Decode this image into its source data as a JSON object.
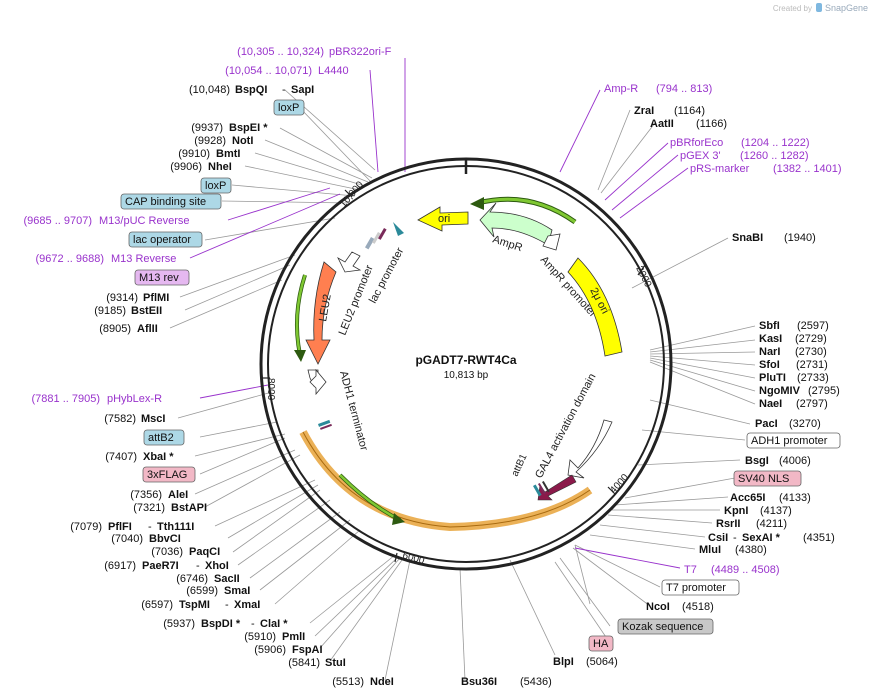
{
  "watermark": "Created by",
  "brand": "SnapGene",
  "plasmid": {
    "name": "pGADT7-RWT4Ca",
    "size": "10,813 bp"
  },
  "scale_ticks": [
    "2000",
    "4000",
    "6000",
    "8000",
    "10,000"
  ],
  "feature_labels": {
    "ori": "ori",
    "ampr": "AmpR",
    "ampr_promoter": "AmpR promoter",
    "two_mu_ori": "2μ ori",
    "gal4": "GAL4 activation domain",
    "attb1": "attB1",
    "adh1_terminator": "ADH1 terminator",
    "leu2": "LEU2",
    "leu2_promoter": "LEU2 promoter",
    "lac_promoter": "lac promoter"
  },
  "colors": {
    "ori": "#ffff00",
    "ampr": "#ccffcc",
    "two_mu_ori": "#ffff00",
    "gal4": "#ffffff",
    "attb": "#8b1a4a",
    "leu2": "#ff7f50",
    "arrow_green": "#7fc832",
    "cds_orange": "#e8a33a",
    "primer": "#9933cc",
    "label_blue": "#add8e6",
    "label_pink": "#f2b8c6",
    "label_gray": "#c8c8c8"
  },
  "sites": [
    {
      "key": "bspqi",
      "l1": "(10,048)",
      "n1": "BspQI",
      "sep": "-",
      "n2": "SapI",
      "color": "black"
    },
    {
      "key": "bspei",
      "l1": "(9937)",
      "n1": "BspEI *",
      "color": "black"
    },
    {
      "key": "noti",
      "l1": "(9928)",
      "n1": "NotI",
      "color": "black"
    },
    {
      "key": "bmti",
      "l1": "(9910)",
      "n1": "BmtI",
      "color": "black"
    },
    {
      "key": "nhei",
      "l1": "(9906)",
      "n1": "NheI",
      "color": "black"
    },
    {
      "key": "pfimi",
      "l1": "(9314)",
      "n1": "PflMI",
      "color": "black"
    },
    {
      "key": "bsteii",
      "l1": "(9185)",
      "n1": "BstEII",
      "color": "black"
    },
    {
      "key": "aflii",
      "l1": "(8905)",
      "n1": "AflII",
      "color": "black"
    },
    {
      "key": "msci",
      "l1": "(7582)",
      "n1": "MscI",
      "color": "black"
    },
    {
      "key": "xbai",
      "l1": "(7407)",
      "n1": "XbaI *",
      "color": "black"
    },
    {
      "key": "alei",
      "l1": "(7356)",
      "n1": "AleI",
      "color": "black"
    },
    {
      "key": "bstapi",
      "l1": "(7321)",
      "n1": "BstAPI",
      "color": "black"
    },
    {
      "key": "pflfi",
      "l1": "(7079)",
      "n1": "PflFI",
      "sep": "-",
      "n2": "Tth111I",
      "color": "black"
    },
    {
      "key": "bbvci",
      "l1": "(7040)",
      "n1": "BbvCI",
      "color": "black"
    },
    {
      "key": "paqci",
      "l1": "(7036)",
      "n1": "PaqCI",
      "color": "black"
    },
    {
      "key": "paer7i",
      "l1": "(6917)",
      "n1": "PaeR7I",
      "sep": "-",
      "n2": "XhoI",
      "color": "black"
    },
    {
      "key": "sacii",
      "l1": "(6746)",
      "n1": "SacII",
      "color": "black"
    },
    {
      "key": "smai",
      "l1": "(6599)",
      "n1": "SmaI",
      "color": "black"
    },
    {
      "key": "tspmi",
      "l1": "(6597)",
      "n1": "TspMI",
      "sep": "-",
      "n2": "XmaI",
      "color": "black"
    },
    {
      "key": "bspdi",
      "l1": "(5937)",
      "n1": "BspDI *",
      "sep": "-",
      "n2": "ClaI *",
      "color": "black"
    },
    {
      "key": "pmli",
      "l1": "(5910)",
      "n1": "PmlI",
      "color": "black"
    },
    {
      "key": "fspai",
      "l1": "(5906)",
      "n1": "FspAI",
      "color": "black"
    },
    {
      "key": "stui",
      "l1": "(5841)",
      "n1": "StuI",
      "color": "black"
    },
    {
      "key": "ndei",
      "l1": "(5513)",
      "n1": "NdeI",
      "color": "black"
    },
    {
      "key": "bsu36i",
      "n1": "Bsu36I",
      "l2": "(5436)",
      "color": "black"
    },
    {
      "key": "blpi",
      "n1": "BlpI",
      "l2": "(5064)",
      "color": "black"
    },
    {
      "key": "zrai",
      "n1": "ZraI",
      "l2": "(1164)",
      "color": "black"
    },
    {
      "key": "aatii",
      "n1": "AatII",
      "l2": "(1166)",
      "color": "black"
    },
    {
      "key": "snabi",
      "n1": "SnaBI",
      "l2": "(1940)",
      "color": "black"
    },
    {
      "key": "sbfi",
      "n1": "SbfI",
      "l2": "(2597)",
      "color": "black"
    },
    {
      "key": "kasi",
      "n1": "KasI",
      "l2": "(2729)",
      "color": "black"
    },
    {
      "key": "nari",
      "n1": "NarI",
      "l2": "(2730)",
      "color": "black"
    },
    {
      "key": "sfoi",
      "n1": "SfoI",
      "l2": "(2731)",
      "color": "black"
    },
    {
      "key": "pluti",
      "n1": "PluTI",
      "l2": "(2733)",
      "color": "black"
    },
    {
      "key": "ngomiv",
      "n1": "NgoMIV",
      "l2": "(2795)",
      "color": "black"
    },
    {
      "key": "naei",
      "n1": "NaeI",
      "l2": "(2797)",
      "color": "black"
    },
    {
      "key": "paci",
      "n1": "PacI",
      "l2": "(3270)",
      "color": "black"
    },
    {
      "key": "bsgi",
      "n1": "BsgI",
      "l2": "(4006)",
      "color": "black"
    },
    {
      "key": "acc65i",
      "n1": "Acc65I",
      "l2": "(4133)",
      "color": "black"
    },
    {
      "key": "kpni",
      "n1": "KpnI",
      "l2": "(4137)",
      "color": "black"
    },
    {
      "key": "rsrii",
      "n1": "RsrII",
      "l2": "(4211)",
      "color": "black"
    },
    {
      "key": "csii",
      "n1": "CsiI",
      "sep": "-",
      "n2": "SexAI *",
      "l2": "(4351)",
      "color": "black"
    },
    {
      "key": "mlui",
      "n1": "MluI",
      "l2": "(4380)",
      "color": "black"
    },
    {
      "key": "ncoi",
      "n1": "NcoI",
      "l2": "(4518)",
      "color": "black"
    }
  ],
  "primers": [
    {
      "key": "pbr322ori",
      "range": "(10,305 .. 10,324)",
      "name": "pBR322ori-F"
    },
    {
      "key": "l4440",
      "range": "(10,054 .. 10,071)",
      "name": "L4440"
    },
    {
      "key": "m13puc",
      "range": "(9685 .. 9707)",
      "name": "M13/pUC Reverse"
    },
    {
      "key": "m13rev",
      "range": "(9672 .. 9688)",
      "name": "M13 Reverse"
    },
    {
      "key": "phyblex",
      "range": "(7881 .. 7905)",
      "name": "pHybLex-R"
    },
    {
      "key": "ampr_p",
      "name": "Amp-R",
      "range": "(794 .. 813)"
    },
    {
      "key": "pbrforeco",
      "name": "pBRforEco",
      "range": "(1204 .. 1222)"
    },
    {
      "key": "pgex3",
      "name": "pGEX 3'",
      "range": "(1260 .. 1282)"
    },
    {
      "key": "prs",
      "name": "pRS-marker",
      "range": "(1382 .. 1401)"
    },
    {
      "key": "t7",
      "name": "T7",
      "range": "(4489 .. 4508)"
    }
  ],
  "boxed": [
    {
      "key": "loxp1",
      "text": "loxP",
      "style": "blue"
    },
    {
      "key": "loxp2",
      "text": "loxP",
      "style": "blue"
    },
    {
      "key": "cap",
      "text": "CAP binding site",
      "style": "blue"
    },
    {
      "key": "lacop",
      "text": "lac operator",
      "style": "blue"
    },
    {
      "key": "m13revbox",
      "text": "M13 rev",
      "style": "violet"
    },
    {
      "key": "attb2",
      "text": "attB2",
      "style": "blue"
    },
    {
      "key": "flag",
      "text": "3xFLAG",
      "style": "pink"
    },
    {
      "key": "adh1p",
      "text": "ADH1 promoter",
      "style": "white"
    },
    {
      "key": "sv40",
      "text": "SV40 NLS",
      "style": "pink"
    },
    {
      "key": "t7p",
      "text": "T7 promoter",
      "style": "white"
    },
    {
      "key": "kozak",
      "text": "Kozak sequence",
      "style": "gray"
    },
    {
      "key": "ha",
      "text": "HA",
      "style": "pink"
    }
  ]
}
